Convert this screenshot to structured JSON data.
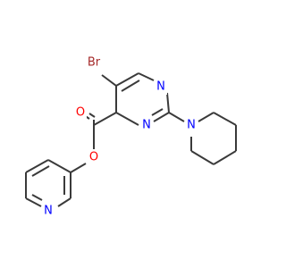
{
  "molecule": {
    "atom_labels": {
      "bromine": "Br",
      "ester_carbonyl_oxygen": "O",
      "ester_ether_oxygen": "O",
      "pyrimidine_n1": "N",
      "pyrimidine_n3": "N",
      "piperidine_n": "N",
      "pyridine_n": "N"
    },
    "colors": {
      "bond": "#3a3a3a",
      "bromine": "#a52a2a",
      "oxygen": "#ff0000",
      "nitrogen": "#0000ff"
    }
  }
}
